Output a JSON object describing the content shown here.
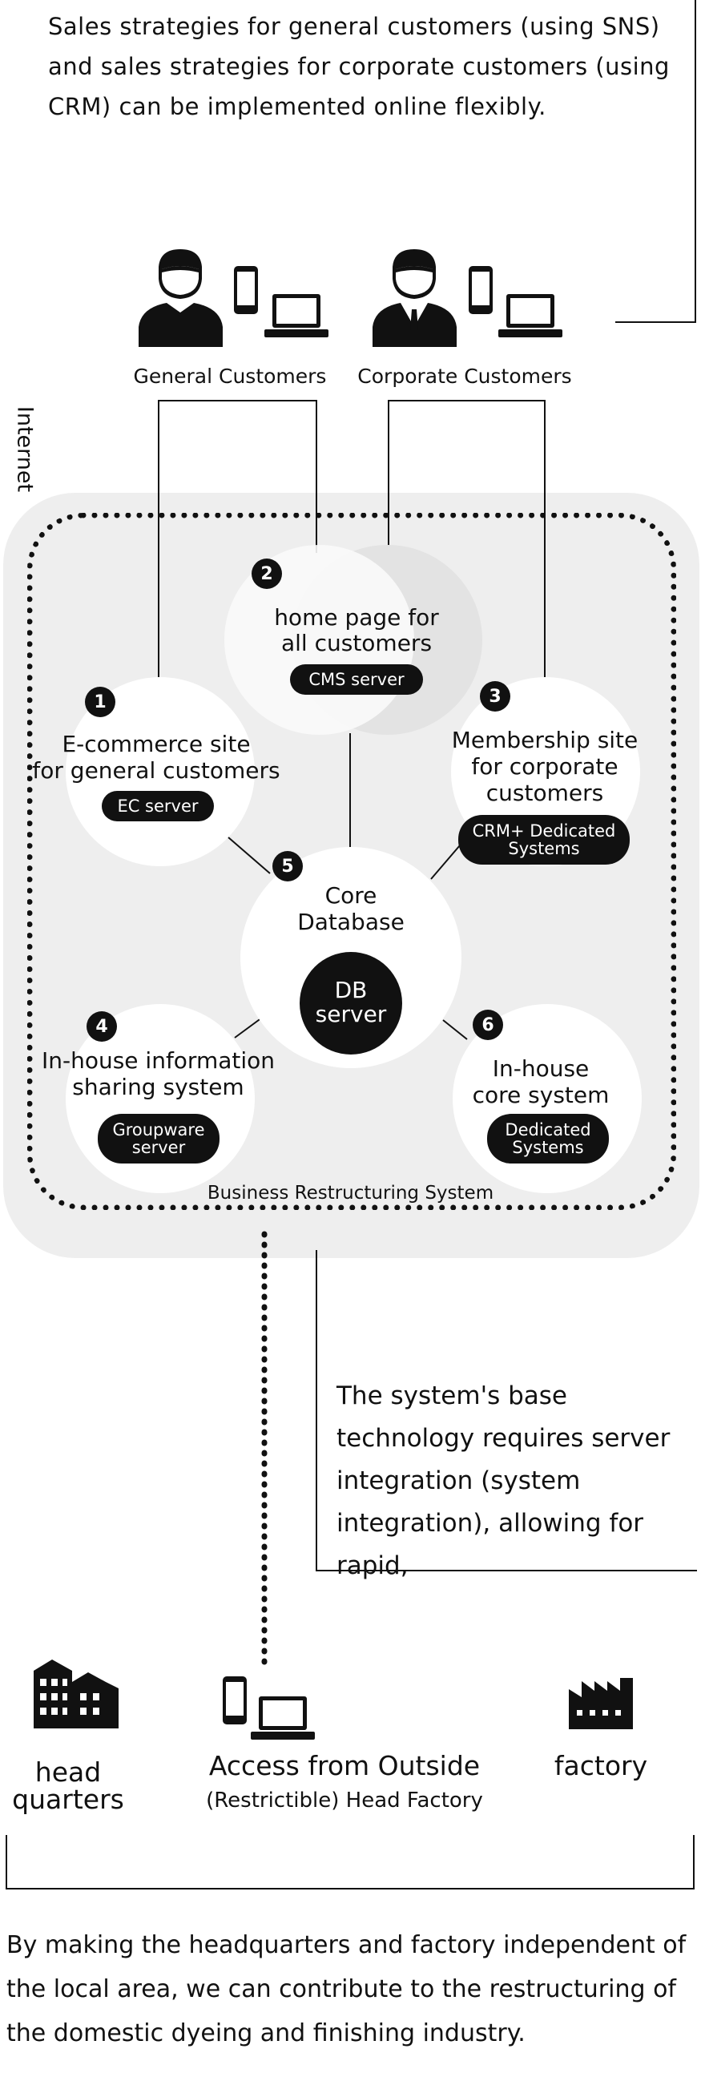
{
  "intro_text": "Sales strategies for general customers (using SNS) and sales strategies for corporate customers (using CRM) can be implemented online flexibly.",
  "customers": {
    "general": "General Customers",
    "corporate": "Corporate Customers"
  },
  "internet_label": "Internet",
  "nodes": {
    "homepage": {
      "num": "2",
      "label_line1": "home page for",
      "label_line2": "all customers",
      "server": "CMS server"
    },
    "ecommerce": {
      "num": "1",
      "label_line1": "E-commerce site",
      "label_line2": "for general customers",
      "server": "EC server"
    },
    "membership": {
      "num": "3",
      "label_line1": "Membership site",
      "label_line2": "for corporate",
      "label_line3": "customers",
      "server_line1": "CRM+ Dedicated",
      "server_line2": "Systems"
    },
    "core": {
      "num": "5",
      "label_line1": "Core",
      "label_line2": "Database",
      "server_line1": "DB",
      "server_line2": "server"
    },
    "inhouse_info": {
      "num": "4",
      "label_line1": "In-house information",
      "label_line2": "sharing system",
      "server_line1": "Groupware",
      "server_line2": "server"
    },
    "inhouse_core": {
      "num": "6",
      "label_line1": "In-house",
      "label_line2": "core system",
      "server_line1": "Dedicated",
      "server_line2": "Systems"
    }
  },
  "system_label": "Business Restructuring System",
  "note_text": "The system's base technology requires server integration (system integration), allowing for rapid,",
  "locations": {
    "hq_line1": "head",
    "hq_line2": "quarters",
    "outside": "Access from Outside",
    "outside_sub": "(Restrictible) Head Factory",
    "factory": "factory"
  },
  "outro_text": "By making the headquarters and factory independent of the local area, we can contribute to the restructuring of the domestic dyeing and finishing industry."
}
